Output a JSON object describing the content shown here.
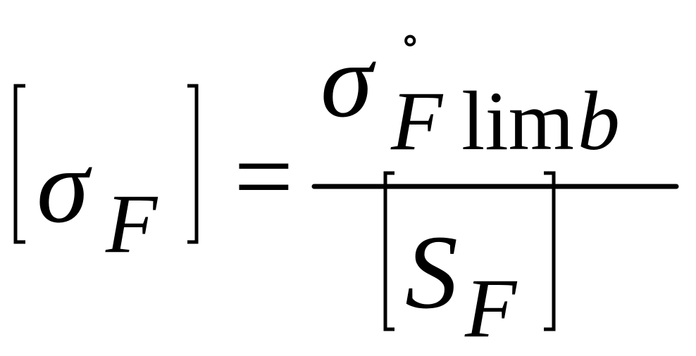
{
  "formula": {
    "lhs": {
      "symbol": "σ",
      "subscript": "F"
    },
    "equals": "=",
    "numerator": {
      "symbol": "σ",
      "superscript": "∘",
      "subscript_var": "F",
      "subscript_func": "lim",
      "subscript_tail": "b"
    },
    "denominator": {
      "symbol": "S",
      "subscript": "F"
    }
  }
}
